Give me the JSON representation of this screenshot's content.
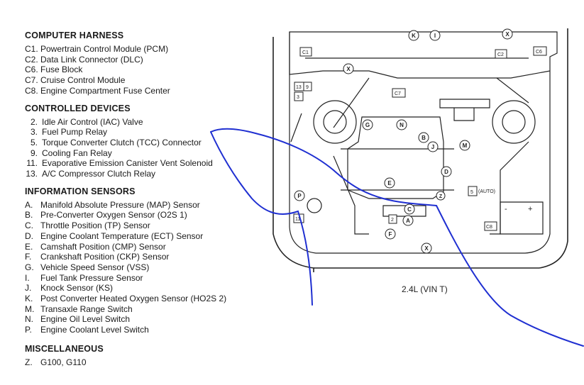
{
  "sections": [
    {
      "title": "COMPUTER HARNESS",
      "items": [
        {
          "code": "C1.",
          "label": "Powertrain Control Module (PCM)"
        },
        {
          "code": "C2.",
          "label": "Data Link Connector (DLC)"
        },
        {
          "code": "C6.",
          "label": "Fuse Block"
        },
        {
          "code": "C7.",
          "label": "Cruise Control Module"
        },
        {
          "code": "C8.",
          "label": "Engine Compartment Fuse Center"
        }
      ]
    },
    {
      "title": "CONTROLLED DEVICES",
      "items": [
        {
          "code": "2.",
          "label": "Idle Air Control (IAC) Valve"
        },
        {
          "code": "3.",
          "label": "Fuel Pump Relay"
        },
        {
          "code": "5.",
          "label": "Torque Converter Clutch (TCC) Connector"
        },
        {
          "code": "9.",
          "label": "Cooling Fan Relay"
        },
        {
          "code": "11.",
          "label": "Evaporative Emission Canister Vent Solenoid"
        },
        {
          "code": "13.",
          "label": "A/C Compressor Clutch Relay"
        }
      ]
    },
    {
      "title": "INFORMATION SENSORS",
      "items": [
        {
          "code": "A.",
          "label": "Manifold Absolute Pressure (MAP) Sensor"
        },
        {
          "code": "B.",
          "label": "Pre-Converter Oxygen Sensor (O2S 1)"
        },
        {
          "code": "C.",
          "label": "Throttle Position (TP) Sensor"
        },
        {
          "code": "D.",
          "label": "Engine Coolant Temperature (ECT) Sensor"
        },
        {
          "code": "E.",
          "label": "Camshaft Position (CMP) Sensor"
        },
        {
          "code": "F.",
          "label": "Crankshaft Position (CKP) Sensor"
        },
        {
          "code": "G.",
          "label": "Vehicle Speed Sensor (VSS)"
        },
        {
          "code": "I.",
          "label": "Fuel Tank Pressure Sensor"
        },
        {
          "code": "J.",
          "label": "Knock Sensor (KS)"
        },
        {
          "code": "K.",
          "label": "Post Converter Heated Oxygen Sensor (HO2S 2)"
        },
        {
          "code": "M.",
          "label": "Transaxle Range Switch"
        },
        {
          "code": "N.",
          "label": "Engine Oil Level Switch"
        },
        {
          "code": "P.",
          "label": "Engine Coolant Level Switch"
        }
      ]
    },
    {
      "title": "MISCELLANEOUS",
      "items": [
        {
          "code": "Z.",
          "label": "G100, G110"
        }
      ]
    }
  ],
  "diagram": {
    "caption": "2.4L (VIN T)",
    "circle_labels": [
      "K",
      "I",
      "X",
      "X",
      "G",
      "N",
      "B",
      "J",
      "M",
      "D",
      "E",
      "P",
      "C",
      "A",
      "F",
      "X",
      "Z"
    ],
    "box_labels": [
      "C1",
      "C2",
      "C6",
      "13",
      "9",
      "3",
      "C7",
      "5",
      "(AUTO)",
      "C8",
      "11",
      "2"
    ],
    "battery_terminals": [
      "-",
      "+"
    ],
    "overlay_color": "#1f2fd1",
    "line_color": "#222222"
  }
}
